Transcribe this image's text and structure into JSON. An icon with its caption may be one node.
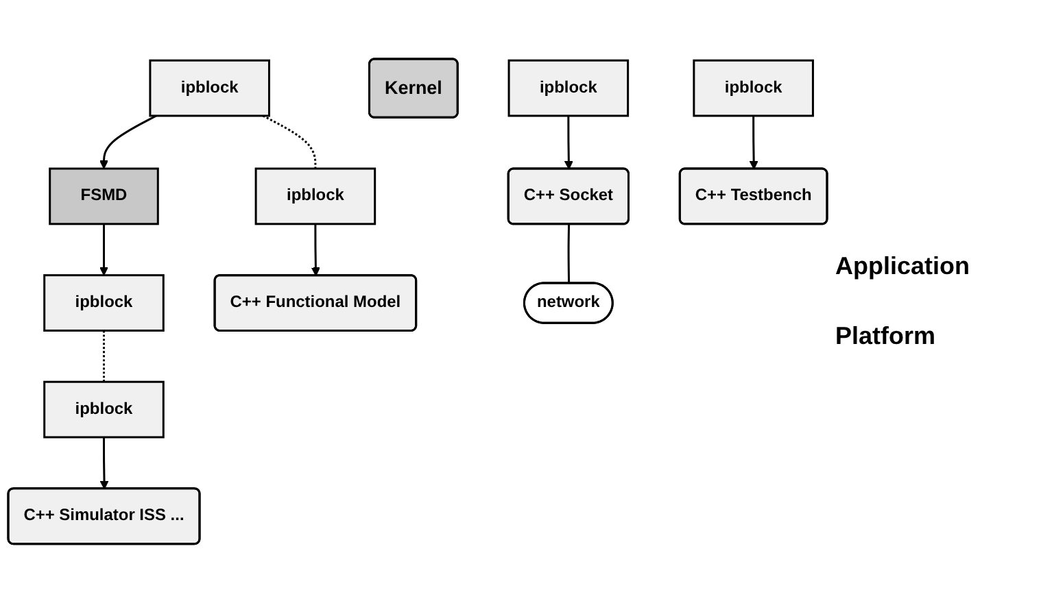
{
  "diagram": {
    "nodes": [
      {
        "text": [
          "ipblock"
        ]
      },
      {
        "text": [
          "FSMD"
        ]
      },
      {
        "text": [
          "ipblock"
        ]
      },
      {
        "text": [
          "Kernel"
        ]
      },
      {
        "text": [
          "ipblock"
        ]
      },
      {
        "text": [
          "ipblock"
        ]
      },
      {
        "text": [
          "ipblock"
        ]
      },
      {
        "text": [
          "ipblock"
        ]
      },
      {
        "text": [
          "C++ Functional Model"
        ]
      },
      {
        "text": [
          "C++ Socket"
        ]
      },
      {
        "text": [
          "C++ Testbench"
        ]
      },
      {
        "text": [
          "C++ Simulator ISS ..."
        ]
      },
      {
        "text": [
          "network"
        ]
      }
    ],
    "edges": [
      {
        "from": 0,
        "to": 1,
        "arrow": "to"
      },
      {
        "from": 1,
        "to": 2,
        "arrow": "to"
      },
      {
        "from": 0,
        "to": 4,
        "arrow": "none",
        "style": "dashed"
      },
      {
        "from": 2,
        "to": 7,
        "arrow": "none",
        "style": "dashed"
      },
      {
        "from": 4,
        "to": 8,
        "arrow": "to"
      },
      {
        "from": 5,
        "to": 9,
        "arrow": "to"
      },
      {
        "from": 6,
        "to": 10,
        "arrow": "to"
      },
      {
        "from": 7,
        "to": 11,
        "arrow": "to"
      },
      {
        "from": 9,
        "to": 12,
        "arrow": "none"
      }
    ],
    "labels": [
      "Application",
      "Platform"
    ]
  }
}
